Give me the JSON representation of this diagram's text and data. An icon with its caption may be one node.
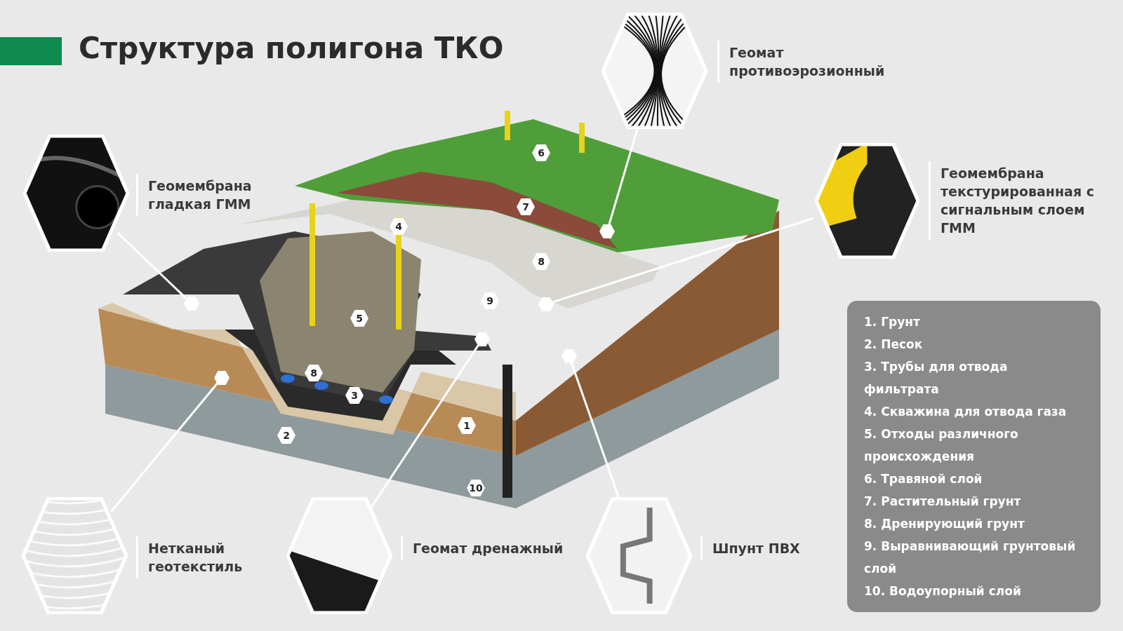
{
  "diagram": {
    "title": "Структура полигона ТКО",
    "nodes": [
      {
        "text": [],
        "shape": "picture",
        "beside": [
          "Геомембрана гладкая ГММ"
        ]
      },
      {
        "text": [],
        "shape": "hexagon"
      },
      {
        "text": [],
        "shape": "picture",
        "beside": [
          "Геомат противоэрозионный"
        ]
      },
      {
        "text": [],
        "shape": "hexagon"
      },
      {
        "text": [],
        "shape": "picture",
        "beside": [
          "Геомембрана текстурированная с сигнальным слоем ГММ"
        ]
      },
      {
        "text": [],
        "shape": "hexagon"
      },
      {
        "text": [],
        "shape": "picture",
        "beside": [
          "Нетканый геотекстиль"
        ]
      },
      {
        "text": [],
        "shape": "hexagon"
      },
      {
        "text": [],
        "shape": "picture",
        "beside": [
          "Геомат дренажный"
        ]
      },
      {
        "text": [],
        "shape": "hexagon"
      },
      {
        "text": [],
        "shape": "picture",
        "beside": [
          "Шпунт ПВХ"
        ]
      },
      {
        "text": [],
        "shape": "hexagon"
      }
    ],
    "edges": [
      {
        "from": 0,
        "to": 1,
        "arrow": "none"
      },
      {
        "from": 2,
        "to": 3,
        "arrow": "none"
      },
      {
        "from": 4,
        "to": 5,
        "arrow": "none"
      },
      {
        "from": 6,
        "to": 7,
        "arrow": "none"
      },
      {
        "from": 8,
        "to": 9,
        "arrow": "none"
      },
      {
        "from": 10,
        "to": 11,
        "arrow": "none"
      }
    ],
    "labels": [
      "6",
      "7",
      "4",
      "8",
      "9",
      "5",
      "8",
      "3",
      "1",
      "2",
      "10",
      "1. Грунт",
      "2. Песок",
      "3. Трубы для отвода фильтрата",
      "4. Скважина для отвода газа",
      "5. Отходы различного происхождения",
      "6. Травяной слой",
      "7. Растительный грунт",
      "8. Дренирующий грунт",
      "9. Выравнивающий грунтовый слой",
      "10. Водоупорный слой"
    ]
  }
}
